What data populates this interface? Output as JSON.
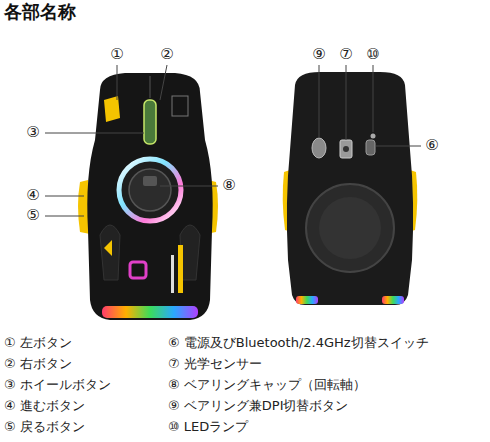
{
  "diagram": {
    "title": "各部名称",
    "labels": [
      "①",
      "②",
      "⑨",
      "⑦",
      "⑩",
      "③",
      "⑥",
      "⑧",
      "④",
      "⑤",
      "① 左ボタン",
      "② 右ボタン",
      "③ ホイールボタン",
      "④ 進むボタン",
      "⑤ 戻るボタン",
      "⑥ 電源及びBluetooth/2.4GHz切替スイッチ",
      "⑦ 光学センサー",
      "⑧ ベアリングキャップ（回転軸）",
      "⑨ ベアリング兼DPI切替ボタン",
      "⑩ LEDランプ"
    ]
  }
}
